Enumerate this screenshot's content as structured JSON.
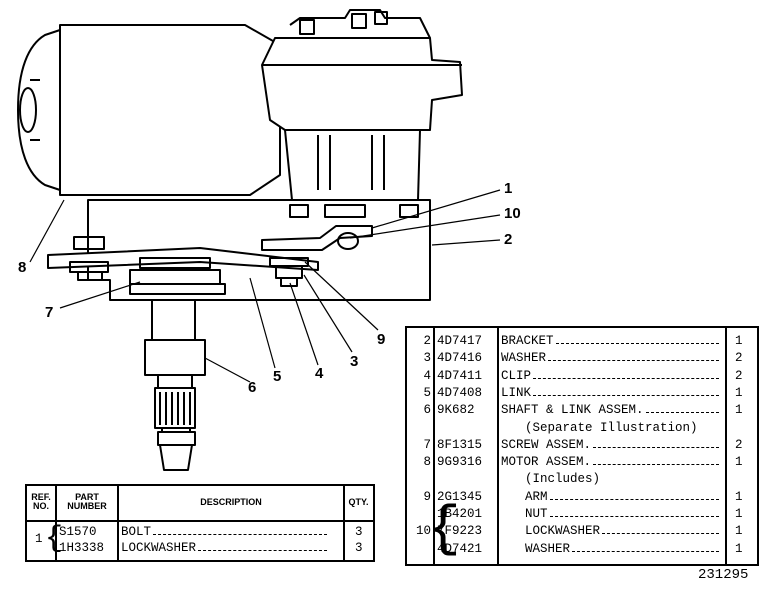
{
  "callouts": [
    "1",
    "10",
    "2",
    "8",
    "7",
    "9",
    "5",
    "4",
    "3",
    "6"
  ],
  "main_table": {
    "rows": [
      {
        "ref": "2",
        "part": "4D7417",
        "desc": "BRACKET",
        "qty": "1"
      },
      {
        "ref": "3",
        "part": "4D7416",
        "desc": "WASHER",
        "qty": "2"
      },
      {
        "ref": "4",
        "part": "4D7411",
        "desc": "CLIP",
        "qty": "2"
      },
      {
        "ref": "5",
        "part": "4D7408",
        "desc": "LINK",
        "qty": "1"
      },
      {
        "ref": "6",
        "part": "9K682",
        "desc": "SHAFT & LINK ASSEM.",
        "qty": "1"
      },
      {
        "ref": "",
        "part": "",
        "desc": "(Separate Illustration)",
        "qty": ""
      },
      {
        "ref": "7",
        "part": "8F1315",
        "desc": "SCREW ASSEM.",
        "qty": "2"
      },
      {
        "ref": "8",
        "part": "9G9316",
        "desc": "MOTOR ASSEM.",
        "qty": "1"
      },
      {
        "ref": "",
        "part": "",
        "desc": "(Includes)",
        "qty": ""
      },
      {
        "ref": "9",
        "part": "2G1345",
        "desc": "ARM",
        "qty": "1"
      },
      {
        "ref": "",
        "part": "1B4201",
        "desc": "NUT",
        "qty": "1"
      },
      {
        "ref": "10",
        "part": "7F9223",
        "desc": "LOCKWASHER",
        "qty": "1"
      },
      {
        "ref": "",
        "part": "4D7421",
        "desc": "WASHER",
        "qty": "1"
      }
    ]
  },
  "small_table": {
    "headers": {
      "ref": "REF. NO.",
      "part": "PART NUMBER",
      "desc": "DESCRIPTION",
      "qty": "QTY."
    },
    "group_ref": "1",
    "rows": [
      {
        "part": "S1570",
        "desc": "BOLT",
        "qty": "3"
      },
      {
        "part": "1H3338",
        "desc": "LOCKWASHER",
        "qty": "3"
      }
    ]
  },
  "figure_number": "231295"
}
